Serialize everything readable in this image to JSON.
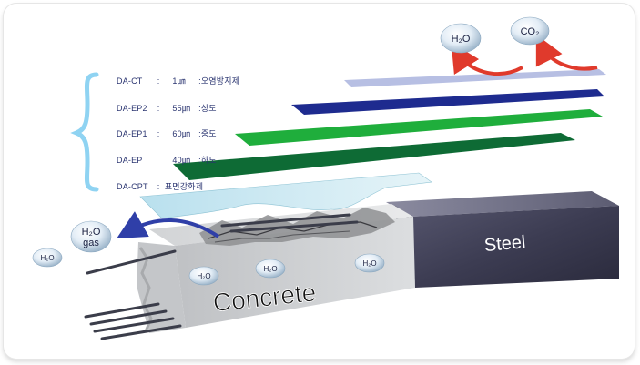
{
  "layers": [
    {
      "code": "DA-CT",
      "sep": ":",
      "spec": "1㎛",
      "name": "오염방지제",
      "color": "#b7bfe3"
    },
    {
      "code": "DA-EP2",
      "sep": ":",
      "spec": "55㎛",
      "name": "상도",
      "color": "#1e2b8f"
    },
    {
      "code": "DA-EP1",
      "sep": ":",
      "spec": "60㎛",
      "name": "중도",
      "color": "#1fae3c"
    },
    {
      "code": "DA-EP",
      "sep": "",
      "spec": "40㎛",
      "name": "하도",
      "color": "#0e6b35"
    },
    {
      "code": "DA-CPT",
      "sep": ":",
      "spec": "",
      "name": "표면강화제",
      "color": "#a9d6e6"
    }
  ],
  "bubbles": {
    "h2o_top": "H₂O",
    "co2_top": "CO₂",
    "h2o_gas_line1": "H₂O",
    "h2o_gas_line2": "gas",
    "h2o_left": "H₂O",
    "h2o_c1": "H₂O",
    "h2o_c2": "H₂O",
    "h2o_c3": "H₂O"
  },
  "block": {
    "concrete_label": "Concrete",
    "steel_label": "Steel"
  },
  "colors": {
    "brace": "#8fd3f2",
    "arrow_red": "#e03a2c",
    "arrow_blue": "#2f3fa8",
    "steel": "#3a3a52",
    "concrete": "#cfd1d4"
  }
}
